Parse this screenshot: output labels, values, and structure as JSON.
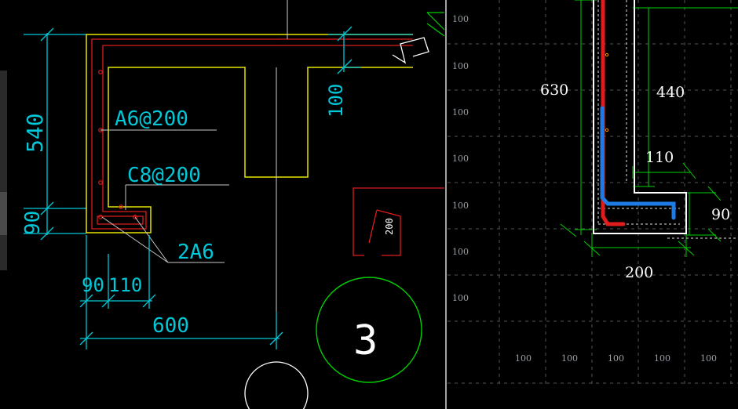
{
  "colors": {
    "background": "#000000",
    "cyan_dim": "#00c8d8",
    "yellow_outline": "#e6e600",
    "red_rebar": "#e01c1c",
    "white": "#ffffff",
    "green": "#00d000",
    "blue_rebar": "#1e7be6",
    "grid": "#6b6f73"
  },
  "left_panel": {
    "dim_540": "540",
    "dim_90": "90",
    "dim_100": "100",
    "label_a6": "A6@200",
    "label_c8": "C8@200",
    "label_2a6": "2A6",
    "dim_90_bottom": "90",
    "dim_110_bottom": "110",
    "dim_600": "600",
    "small_200": "200",
    "circle_number": "3"
  },
  "right_panel": {
    "grid_left_labels": [
      "100",
      "100",
      "100",
      "100",
      "100",
      "100",
      "100"
    ],
    "grid_bottom_labels": [
      "100",
      "100",
      "100",
      "100",
      "100"
    ],
    "dim_630": "630",
    "dim_440": "440",
    "dim_110": "110",
    "dim_90": "90",
    "dim_200": "200"
  }
}
